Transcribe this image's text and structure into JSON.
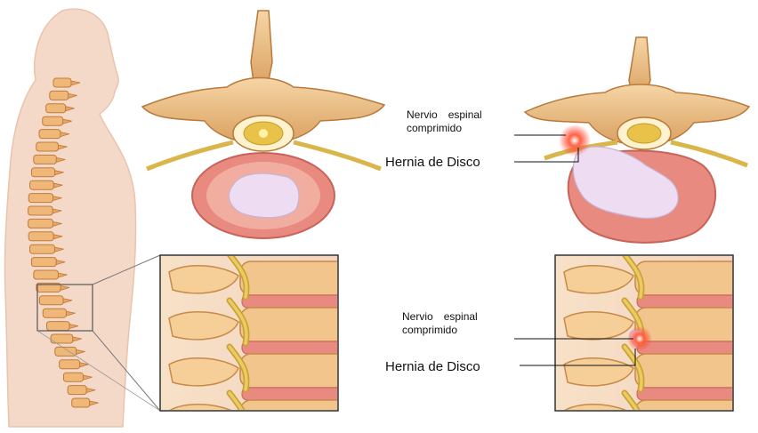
{
  "labels": {
    "top": {
      "nerve_line1a": "Nervio",
      "nerve_line1b": "espinal",
      "nerve_line2": "comprimido",
      "hernia": "Hernia de Disco"
    },
    "bottom": {
      "nerve_line1a": "Nervio",
      "nerve_line1b": "espinal",
      "nerve_line2": "comprimido",
      "hernia": "Hernia de Disco"
    }
  },
  "colors": {
    "skin": "#f4d9c8",
    "bone": "#e8b679",
    "bone_dark": "#b8793a",
    "disc": "#e88a80",
    "disc_inner": "#eedcf2",
    "nerve": "#d9b54a",
    "inflammation": "#ff3a2a"
  }
}
